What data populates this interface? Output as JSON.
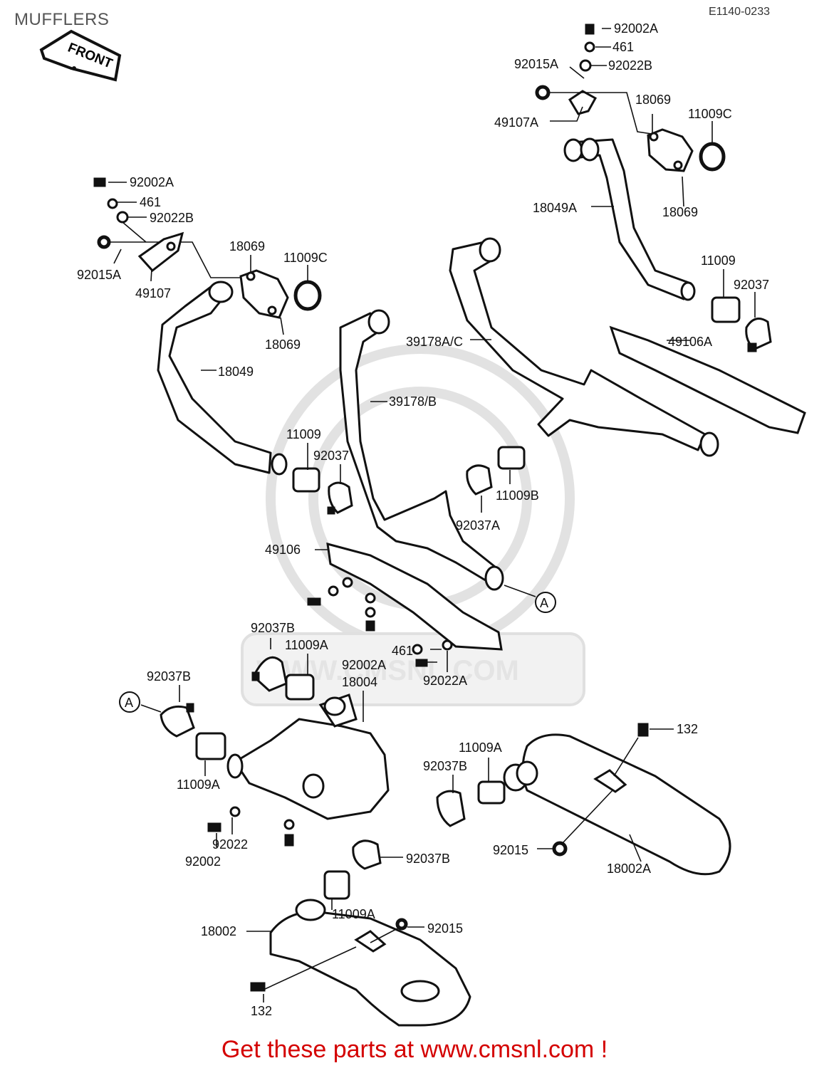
{
  "page": {
    "title": "MUFFLERS",
    "drawing_code": "E1140-0233",
    "front_label": "FRONT",
    "watermark": "WWW.CMSNL.COM",
    "footer": "Get these parts at www.cmsnl.com !"
  },
  "labels": {
    "l92002A_top": "92002A",
    "l461_top": "461",
    "l92015A_top": "92015A",
    "l92022B_top": "92022B",
    "l49107A": "49107A",
    "l18069_tr1": "18069",
    "l11009C_tr": "11009C",
    "l18049A": "18049A",
    "l18069_tr2": "18069",
    "l92002A_left": "92002A",
    "l461_left": "461",
    "l92022B_left": "92022B",
    "l92015A_left": "92015A",
    "l49107": "49107",
    "l18069_l1": "18069",
    "l11009C_l": "11009C",
    "l18069_l2": "18069",
    "l18049": "18049",
    "l11009_r": "11009",
    "l92037_r": "92037",
    "l39178AC": "39178A/C",
    "l49106A": "49106A",
    "l39178B": "39178/B",
    "l11009_m": "11009",
    "l92037_m": "92037",
    "l11009B": "11009B",
    "l92037A": "92037A",
    "l49106": "49106",
    "lA1": "A",
    "l92037B_1": "92037B",
    "l11009A_1": "11009A",
    "l461_m": "461",
    "l92002A_m": "92002A",
    "l18004": "18004",
    "l92022A": "92022A",
    "l92037B_2": "92037B",
    "lA2": "A",
    "l11009A_2": "11009A",
    "l92022": "92022",
    "l92002": "92002",
    "l132_r": "132",
    "l11009A_3": "11009A",
    "l92037B_3": "92037B",
    "l92015_r": "92015",
    "l18002A": "18002A",
    "l92037B_4": "92037B",
    "l11009A_4": "11009A",
    "l18002": "18002",
    "l92015_b": "92015",
    "l132_b": "132"
  }
}
